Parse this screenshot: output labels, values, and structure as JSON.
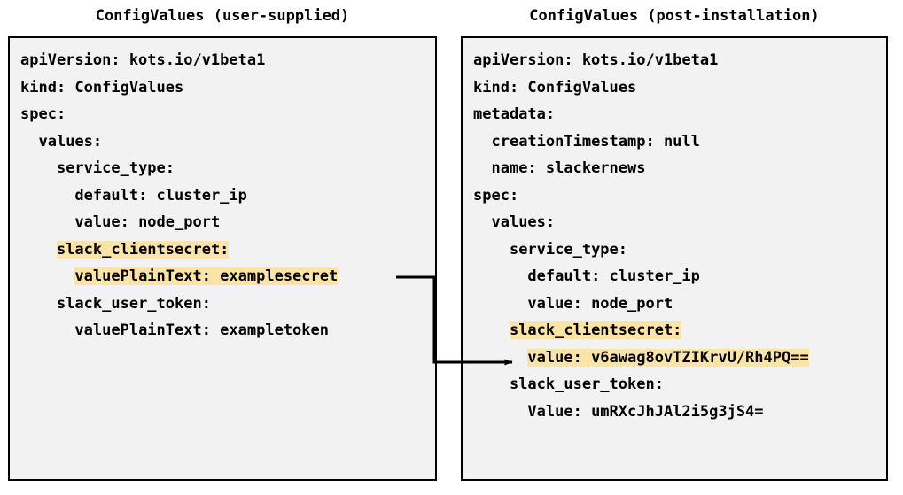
{
  "panels": [
    {
      "title": "ConfigValues (user-supplied)",
      "lines": [
        {
          "text": "apiVersion: kots.io/v1beta1",
          "highlight": false
        },
        {
          "text": "kind: ConfigValues",
          "highlight": false
        },
        {
          "text": "spec:",
          "highlight": false
        },
        {
          "text": "  values:",
          "highlight": false
        },
        {
          "text": "    service_type:",
          "highlight": false
        },
        {
          "text": "      default: cluster_ip",
          "highlight": false
        },
        {
          "text": "      value: node_port",
          "highlight": false
        },
        {
          "text": "    slack_clientsecret:",
          "highlight": true
        },
        {
          "text": "      valuePlainText: examplesecret",
          "highlight": true
        },
        {
          "text": "    slack_user_token:",
          "highlight": false
        },
        {
          "text": "      valuePlainText: exampletoken",
          "highlight": false
        }
      ]
    },
    {
      "title": "ConfigValues (post-installation)",
      "lines": [
        {
          "text": "apiVersion: kots.io/v1beta1",
          "highlight": false
        },
        {
          "text": "kind: ConfigValues",
          "highlight": false
        },
        {
          "text": "metadata:",
          "highlight": false
        },
        {
          "text": "  creationTimestamp: null",
          "highlight": false
        },
        {
          "text": "  name: slackernews",
          "highlight": false
        },
        {
          "text": "spec:",
          "highlight": false
        },
        {
          "text": "  values:",
          "highlight": false
        },
        {
          "text": "    service_type:",
          "highlight": false
        },
        {
          "text": "      default: cluster_ip",
          "highlight": false
        },
        {
          "text": "      value: node_port",
          "highlight": false
        },
        {
          "text": "    slack_clientsecret:",
          "highlight": true
        },
        {
          "text": "      value: v6awag8ovTZIKrvU/Rh4PQ==",
          "highlight": true
        },
        {
          "text": "    slack_user_token:",
          "highlight": false
        },
        {
          "text": "      Value: umRXcJhJAl2i5g3jS4=",
          "highlight": false
        }
      ]
    }
  ],
  "connector": {
    "label": "plaintext-secret-to-encrypted-value-arrow",
    "color": "#000000"
  },
  "colors": {
    "highlight": "#fce4a6",
    "panel_background": "#f2f2f2",
    "panel_border": "#000000",
    "text": "#000000",
    "page_background": "#ffffff"
  }
}
